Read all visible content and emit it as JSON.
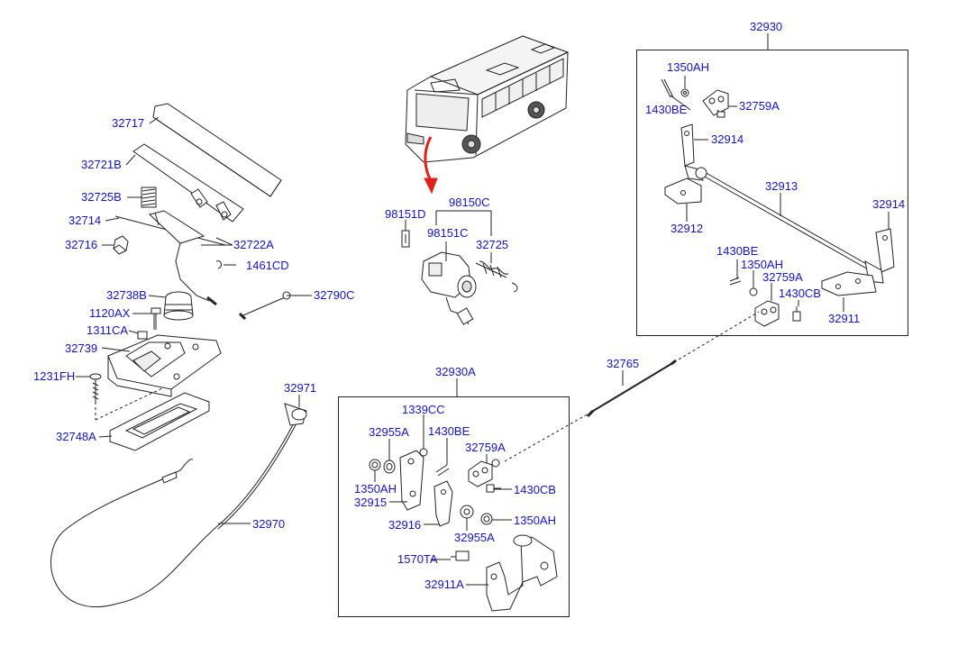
{
  "diagram": {
    "groups": {
      "upper_linkage": "32930",
      "lower_linkage": "32930A",
      "rod": "32765"
    },
    "parts": {
      "p32717": "32717",
      "p32721b": "32721B",
      "p32725b": "32725B",
      "p32714": "32714",
      "p32722a": "32722A",
      "p32716": "32716",
      "p1461cd": "1461CD",
      "p32738b": "32738B",
      "p32790c": "32790C",
      "p1120ax": "1120AX",
      "p1311ca": "1311CA",
      "p32739": "32739",
      "p1231fh": "1231FH",
      "p32748a": "32748A",
      "p32971": "32971",
      "p32970": "32970",
      "p98151d": "98151D",
      "p98150c": "98150C",
      "p98151c": "98151C",
      "p32725": "32725",
      "u1350ah": "1350AH",
      "u1430be": "1430BE",
      "u32759a": "32759A",
      "u32914a": "32914",
      "u32913": "32913",
      "u32914b": "32914",
      "u32912": "32912",
      "u1430be2": "1430BE",
      "u1350ah2": "1350AH",
      "u32759a2": "32759A",
      "u1430cb": "1430CB",
      "u32911": "32911",
      "l1339cc": "1339CC",
      "l32955a": "32955A",
      "l1430be": "1430BE",
      "l32759a": "32759A",
      "l1350ah": "1350AH",
      "l1430cb": "1430CB",
      "l32915": "32915",
      "l32916": "32916",
      "l32955a2": "32955A",
      "l1350ah2": "1350AH",
      "l1570ta": "1570TA",
      "l32911a": "32911A"
    }
  },
  "colors": {
    "label": "#1414c8",
    "line": "#222222",
    "arrow": "#e0201a"
  }
}
